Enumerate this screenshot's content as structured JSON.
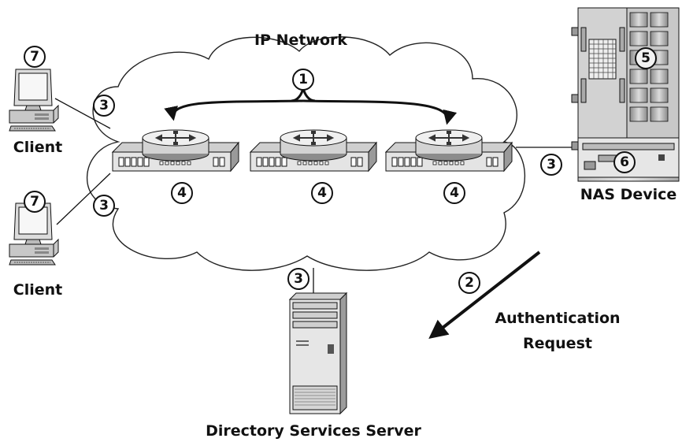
{
  "labels": {
    "network": "IP Network",
    "client_top": "Client",
    "client_bottom": "Client",
    "nas": "NAS Device",
    "server": "Directory Services Server",
    "auth_line1": "Authentication",
    "auth_line2": "Request"
  },
  "markers": {
    "m1": "1",
    "m2": "2",
    "m3_client_top": "3",
    "m3_client_bottom": "3",
    "m3_nas": "3",
    "m3_server": "3",
    "m4_left": "4",
    "m4_mid": "4",
    "m4_right": "4",
    "m5": "5",
    "m6": "6",
    "m7_top": "7",
    "m7_bottom": "7"
  },
  "icons": {
    "cloud": "cloud-icon",
    "switch": "network-switch-icon",
    "client": "desktop-computer-icon",
    "nas": "storage-rack-icon",
    "server": "tower-server-icon"
  },
  "colors": {
    "outline": "#111111",
    "device_light": "#d9d9d9",
    "device_mid": "#a6a6a6",
    "device_dark": "#6e6e6e"
  }
}
